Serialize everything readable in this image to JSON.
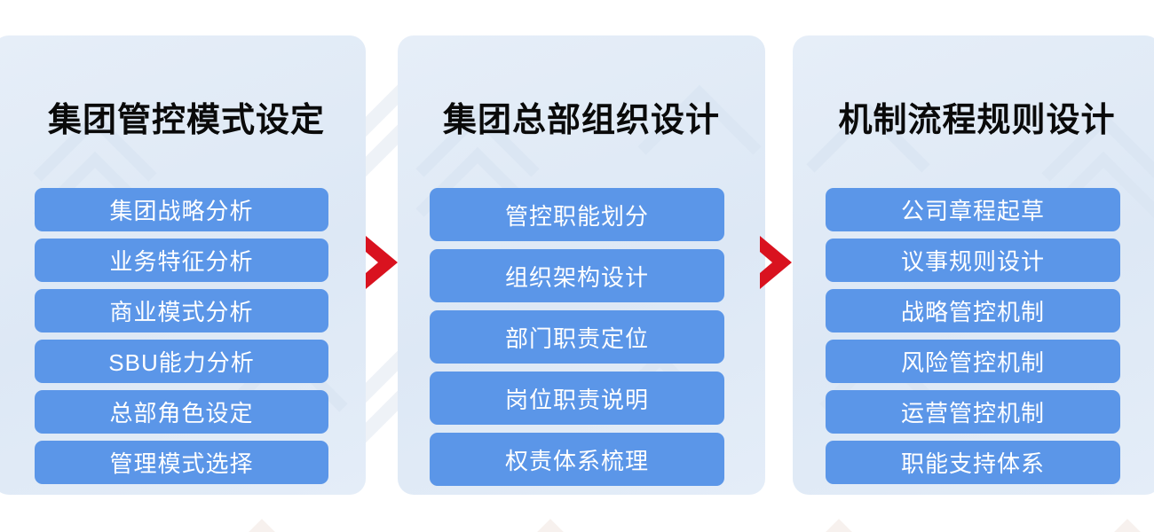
{
  "diagram": {
    "type": "process-flow",
    "direction": "left-to-right",
    "arrow_color": "#d9121f",
    "panel_color": "#e3ecf7",
    "pill_color": "#5b96e8",
    "pill_text_color": "#ffffff",
    "title_color": "#0a0a0a",
    "background_color": "#ffffff",
    "stages": [
      {
        "title": "集团管控模式设定",
        "items": [
          "集团战略分析",
          "业务特征分析",
          "商业模式分析",
          "SBU能力分析",
          "总部角色设定",
          "管理模式选择"
        ]
      },
      {
        "title": "集团总部组织设计",
        "items": [
          "管控职能划分",
          "组织架构设计",
          "部门职责定位",
          "岗位职责说明",
          "权责体系梳理"
        ]
      },
      {
        "title": "机制流程规则设计",
        "items": [
          "公司章程起草",
          "议事规则设计",
          "战略管控机制",
          "风险管控机制",
          "运营管控机制",
          "职能支持体系"
        ]
      }
    ],
    "connectors": [
      {
        "icon": "chevron-right-arrow-icon",
        "from": 0,
        "to": 1
      },
      {
        "icon": "chevron-right-arrow-icon",
        "from": 1,
        "to": 2
      }
    ]
  }
}
